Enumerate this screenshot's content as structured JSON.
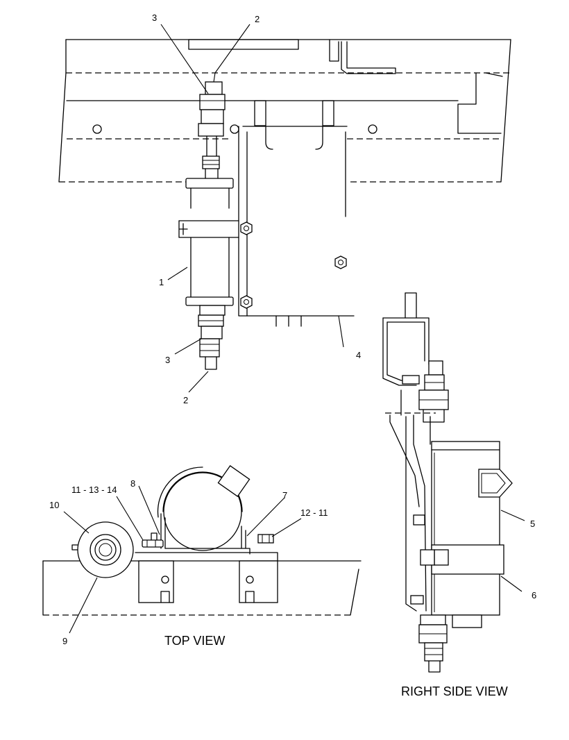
{
  "callouts": {
    "c1": "1",
    "c2_top": "2",
    "c2_bottom": "2",
    "c3_top": "3",
    "c3_bottom": "3",
    "c4": "4",
    "c5": "5",
    "c6": "6",
    "c7": "7",
    "c8": "8",
    "c9": "9",
    "c10": "10",
    "c11_13_14": "11 - 13 - 14",
    "c12_11": "12 - 11"
  },
  "views": {
    "top": "TOP VIEW",
    "right_side": "RIGHT SIDE VIEW"
  }
}
